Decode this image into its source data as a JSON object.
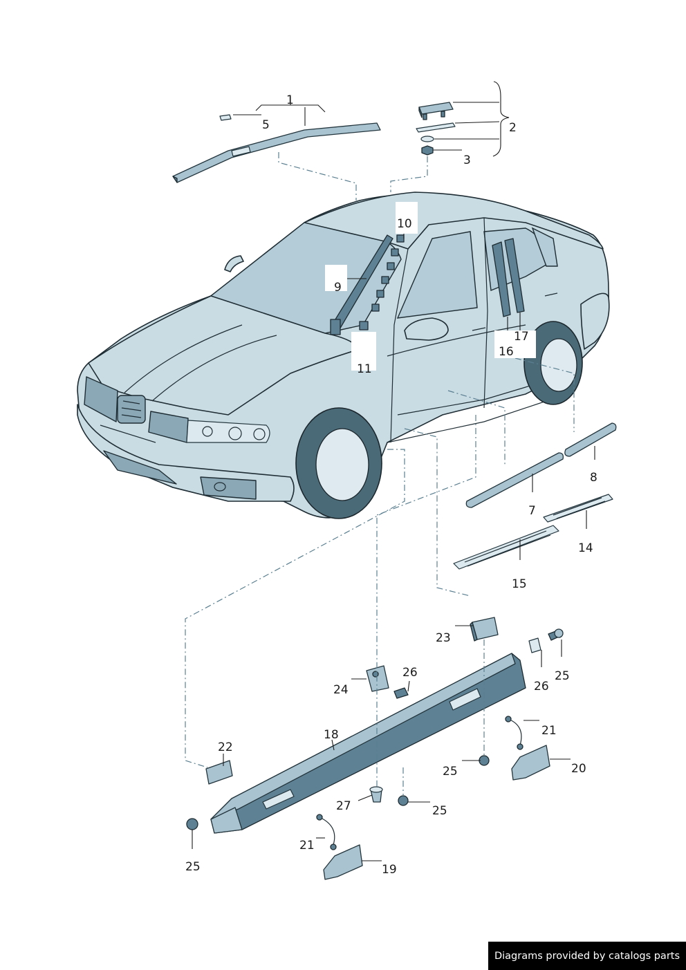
{
  "labels": {
    "p1": "1",
    "p2": "2",
    "p3": "3",
    "p5": "5",
    "p7": "7",
    "p8": "8",
    "p9": "9",
    "p10": "10",
    "p11": "11",
    "p14": "14",
    "p15": "15",
    "p16": "16",
    "p17": "17",
    "p18": "18",
    "p19": "19",
    "p20": "20",
    "p21a": "21",
    "p21b": "21",
    "p22": "22",
    "p23": "23",
    "p24": "24",
    "p25a": "25",
    "p25b": "25",
    "p25c": "25",
    "p25d": "25",
    "p26a": "26",
    "p26b": "26",
    "p27": "27"
  },
  "credit": "Diagrams provided by catalogs parts",
  "colors": {
    "body": "#c9dbe3",
    "part": "#a9c4d0",
    "part_dark": "#5e8193",
    "outline": "#1e2c33",
    "dash": "#5a7f90"
  }
}
